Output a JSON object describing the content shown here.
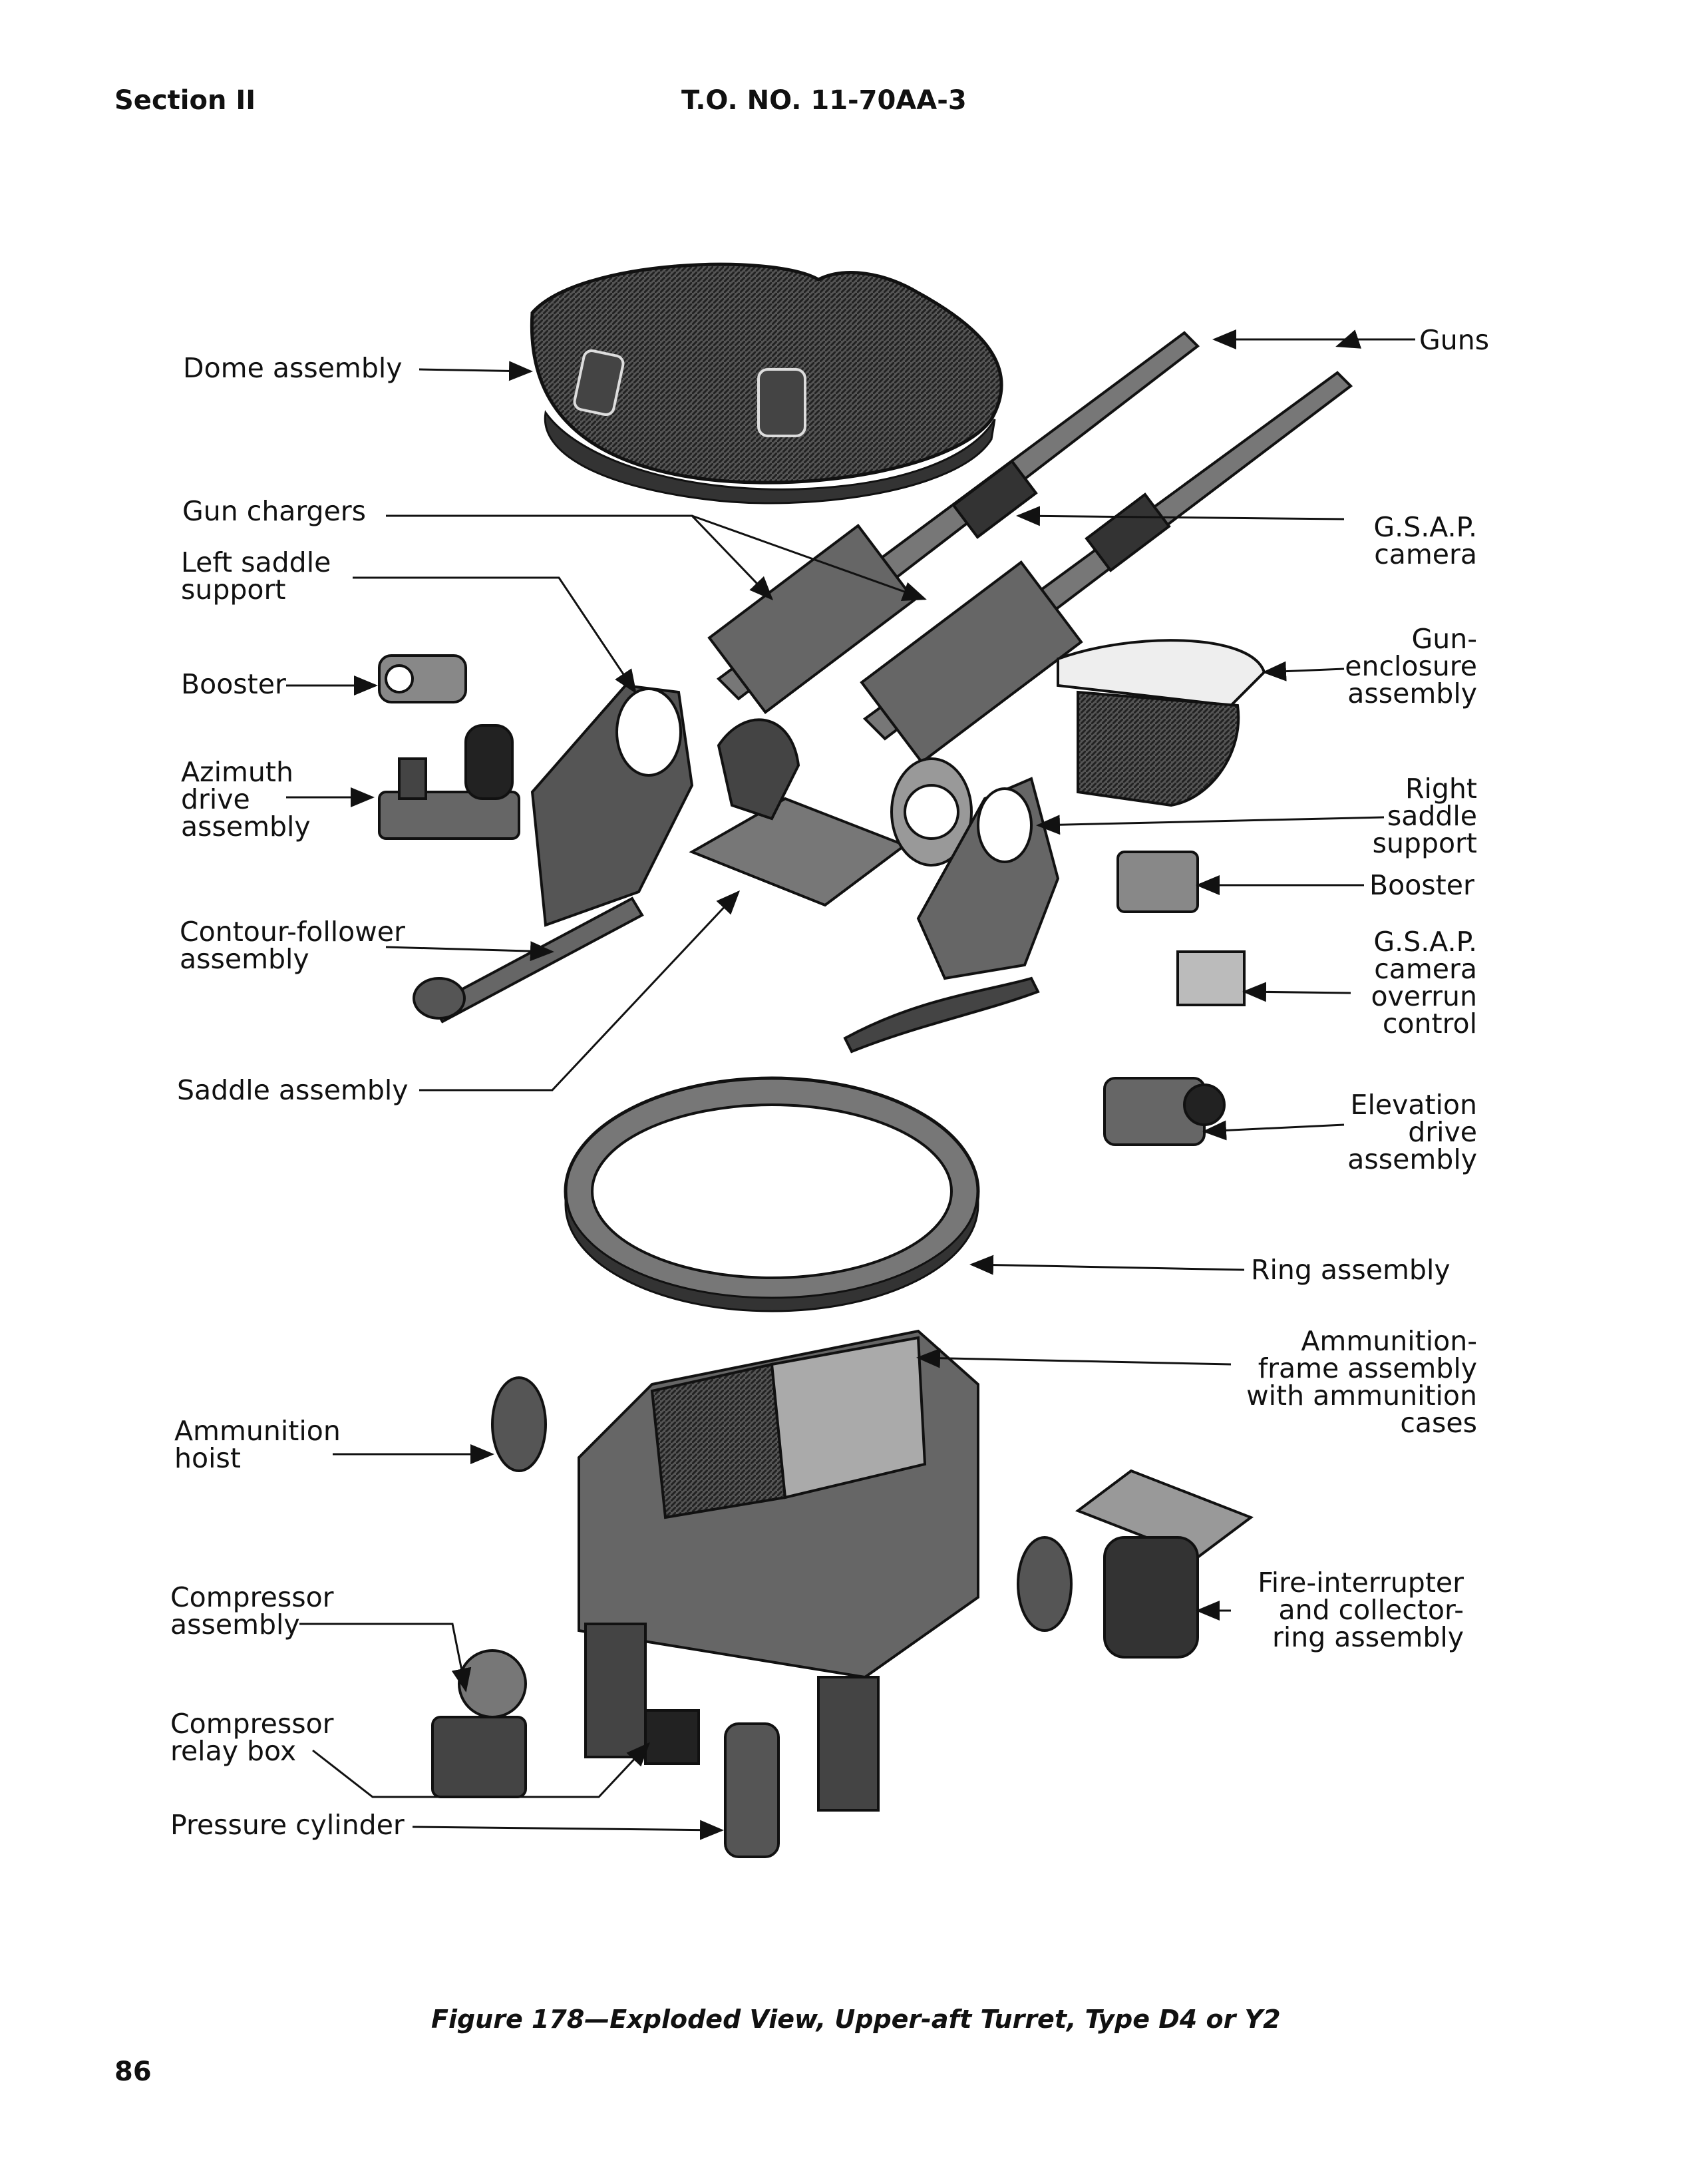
{
  "header": {
    "section": "Section II",
    "doc_number": "T.O. NO. 11-70AA-3"
  },
  "labels": {
    "dome": "Dome assembly",
    "guns": "Guns",
    "gun_chargers": "Gun chargers",
    "gsap_camera": [
      "G.S.A.P.",
      "camera"
    ],
    "left_saddle": [
      "Left saddle",
      "support"
    ],
    "booster_left": "Booster",
    "gun_enclosure": [
      "Gun-",
      "enclosure",
      "assembly"
    ],
    "azimuth": [
      "Azimuth",
      "drive",
      "assembly"
    ],
    "right_saddle": [
      "Right",
      "saddle",
      "support"
    ],
    "booster_right": "Booster",
    "contour": [
      "Contour-follower",
      "assembly"
    ],
    "gsap_overrun": [
      "G.S.A.P.",
      "camera",
      "overrun",
      "control"
    ],
    "saddle": "Saddle assembly",
    "elevation": [
      "Elevation",
      "drive",
      "assembly"
    ],
    "ring": "Ring assembly",
    "ammo_frame": [
      "Ammunition-",
      "frame assembly",
      "with ammunition",
      "cases"
    ],
    "ammo_hoist": [
      "Ammunition",
      "hoist"
    ],
    "fire_interrupter": [
      "Fire-interrupter",
      "and collector-",
      "ring assembly"
    ],
    "compressor": [
      "Compressor",
      "assembly"
    ],
    "relay_box": [
      "Compressor",
      "relay box"
    ],
    "pressure": "Pressure cylinder"
  },
  "caption": "Figure 178—Exploded View, Upper-aft Turret, Type D4 or Y2",
  "page_number": "86"
}
